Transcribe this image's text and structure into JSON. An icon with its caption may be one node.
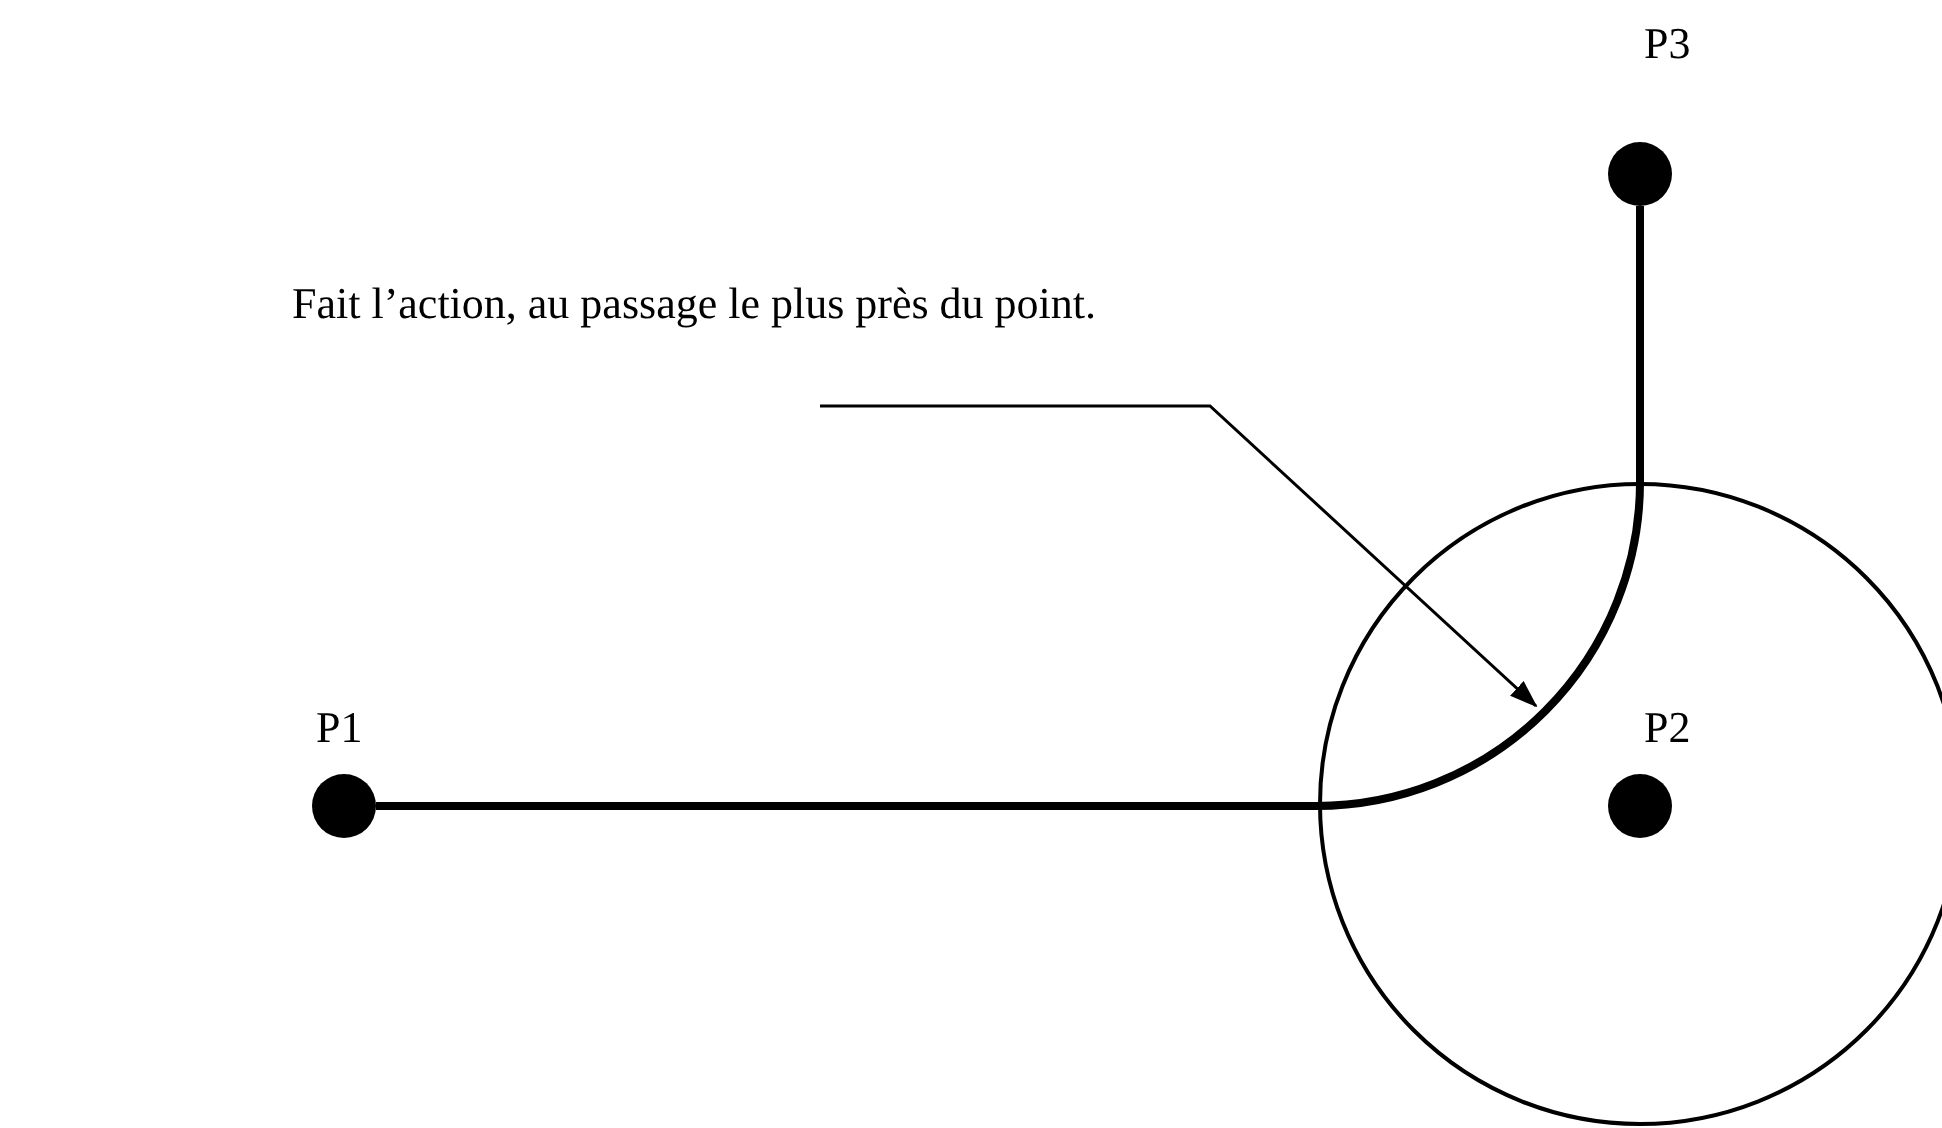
{
  "diagram": {
    "nodes": [
      {
        "text": [
          "P1"
        ]
      },
      {
        "text": [],
        "shape": "circle"
      },
      {
        "text": [
          "P2"
        ],
        "in": 1
      },
      {
        "text": [
          "P3"
        ]
      },
      {
        "text": [
          "Fait l’action, au passage le plus près du point."
        ]
      }
    ],
    "edges": [
      {
        "from": 0,
        "to": 3,
        "arrow": "none",
        "style": "thick"
      },
      {
        "from": 4,
        "to": null,
        "arrow": "to"
      }
    ]
  }
}
